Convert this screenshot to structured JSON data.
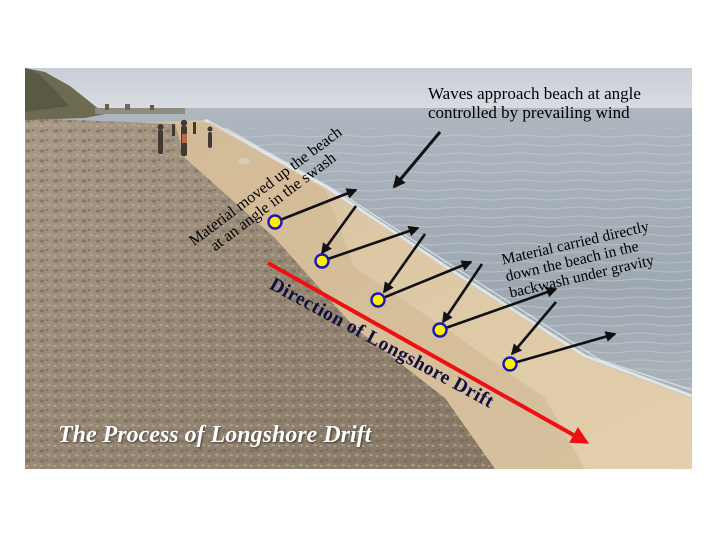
{
  "slide": {
    "title": "The Process of Longshore Drift"
  },
  "labels": {
    "waves_approach_line1": "Waves approach beach at angle",
    "waves_approach_line2": "controlled by prevailing wind",
    "swash_line1": "Material moved up the beach",
    "swash_line2": "at an angle in the swash",
    "backwash_line1": "Material carried directly",
    "backwash_line2": "down the beach in the",
    "backwash_line3": "backwash under gravity",
    "drift_direction": "Direction of Longshore Drift"
  },
  "colors": {
    "drift_arrow": "#ee1111",
    "pebble_fill": "#ffee00",
    "pebble_stroke": "#1a1ab0",
    "arrow": "#111111"
  }
}
